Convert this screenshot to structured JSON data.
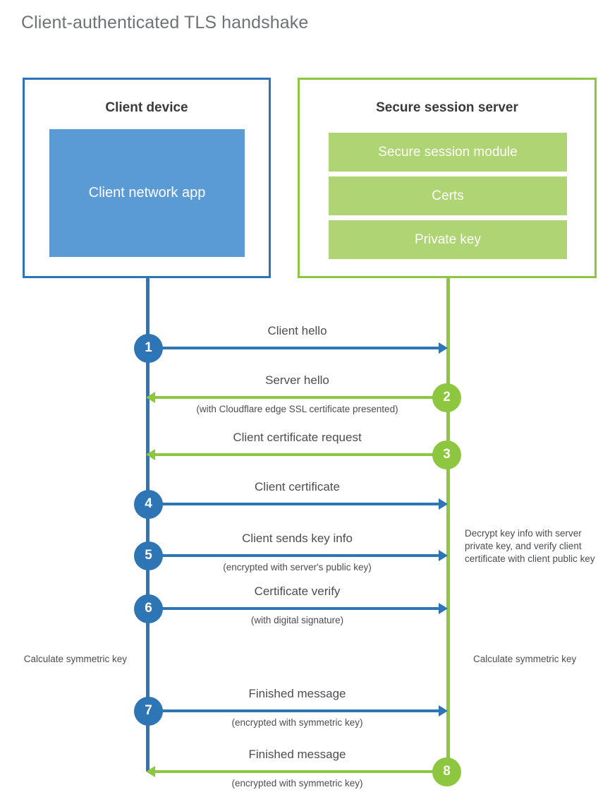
{
  "title": "Client-authenticated TLS handshake",
  "colors": {
    "client_accent": "#2E75B6",
    "client_fill": "#5B9BD5",
    "server_accent": "#8DC63F",
    "server_fill": "#AFD474",
    "text": "#4b4d50",
    "title_text": "#6f7276"
  },
  "client_panel": {
    "title": "Client device",
    "app_label": "Client network app"
  },
  "server_panel": {
    "title": "Secure session server",
    "bars": [
      {
        "label": "Secure session module"
      },
      {
        "label": "Certs"
      },
      {
        "label": "Private key"
      }
    ]
  },
  "steps": [
    {
      "number": "1",
      "label": "Client hello",
      "sublabel": "",
      "direction": "right",
      "color": "blue"
    },
    {
      "number": "2",
      "label": "Server hello",
      "sublabel": "(with Cloudflare edge SSL certificate presented)",
      "direction": "left",
      "color": "green"
    },
    {
      "number": "3",
      "label": "Client certificate request",
      "sublabel": "",
      "direction": "left",
      "color": "green"
    },
    {
      "number": "4",
      "label": "Client certificate",
      "sublabel": "",
      "direction": "right",
      "color": "blue"
    },
    {
      "number": "5",
      "label": "Client sends key info",
      "sublabel": "(encrypted with server's public key)",
      "direction": "right",
      "color": "blue"
    },
    {
      "number": "6",
      "label": "Certificate verify",
      "sublabel": "(with digital signature)",
      "direction": "right",
      "color": "blue"
    },
    {
      "number": "7",
      "label": "Finished message",
      "sublabel": "(encrypted with symmetric key)",
      "direction": "right",
      "color": "blue"
    },
    {
      "number": "8",
      "label": "Finished message",
      "sublabel": "(encrypted with symmetric key)",
      "direction": "left",
      "color": "green"
    }
  ],
  "notes": {
    "server_decrypt": "Decrypt key info with server private key, and verify client certificate with client public key",
    "calculate_left": "Calculate symmetric key",
    "calculate_right": "Calculate symmetric key"
  }
}
